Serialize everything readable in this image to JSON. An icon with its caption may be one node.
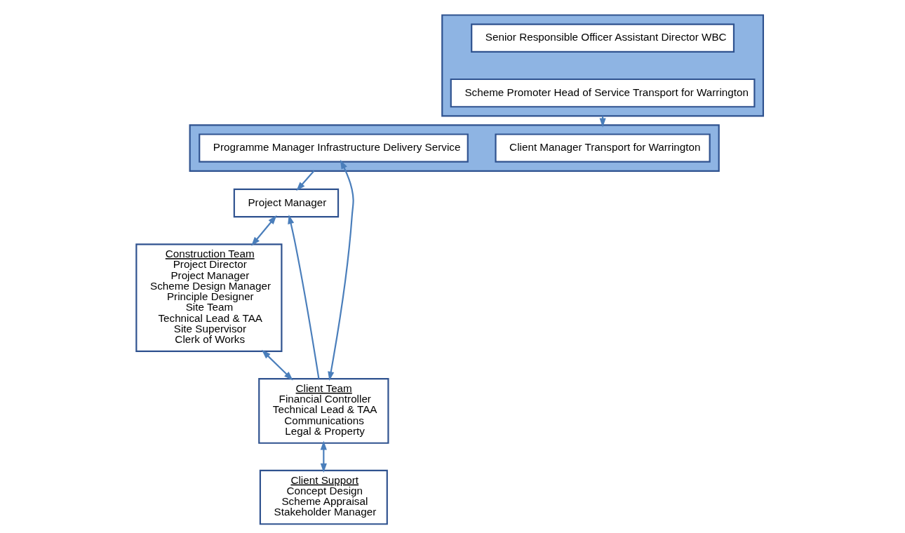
{
  "diagram": {
    "nodes": [
      {
        "text": [],
        "shape": "box"
      },
      {
        "text": [
          "Senior Responsible Officer Assistant Director WBC"
        ],
        "in": 0
      },
      {
        "text": [
          "Scheme Promoter Head of Service Transport for Warrington"
        ],
        "in": 0
      },
      {
        "text": [],
        "shape": "box"
      },
      {
        "text": [
          "Client Manager Transport for Warrington"
        ],
        "in": 3
      },
      {
        "text": [
          "Programme Manager Infrastructure Delivery Service"
        ],
        "in": 3
      },
      {
        "text": [
          "Project Manager"
        ]
      },
      {
        "text": [
          "Construction Team",
          "Project Director",
          "Project Manager",
          "Scheme Design Manager",
          "Principle Designer",
          "Site Team",
          "Technical Lead & TAA",
          "Site Supervisor",
          "Clerk of Works"
        ]
      },
      {
        "text": [
          "Client Team",
          "Financial Controller",
          "Technical Lead & TAA",
          "Communications",
          "Legal & Property"
        ]
      },
      {
        "text": [
          "Client Support",
          "Concept Design",
          "Scheme Appraisal",
          "Stakeholder Manager"
        ]
      }
    ],
    "edges": [
      {
        "from": 0,
        "to": 3,
        "arrow": "to"
      },
      {
        "from": 3,
        "to": 6,
        "arrow": "to"
      },
      {
        "from": 6,
        "to": 7,
        "arrow": "both"
      },
      {
        "from": 5,
        "to": 8,
        "arrow": "both"
      },
      {
        "from": 8,
        "to": 6,
        "arrow": "to"
      },
      {
        "from": 7,
        "to": 8,
        "arrow": "both"
      },
      {
        "from": 8,
        "to": 9,
        "arrow": "both"
      }
    ]
  }
}
